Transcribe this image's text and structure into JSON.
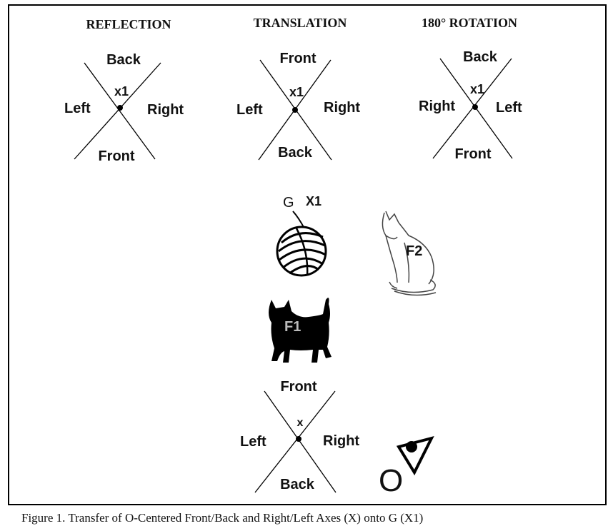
{
  "headers": {
    "reflection": "REFLECTION",
    "translation": "TRANSLATION",
    "rotation": "180° ROTATION"
  },
  "reflection": {
    "top": "Back",
    "bottom": "Front",
    "left": "Left",
    "right": "Right",
    "point": "x1"
  },
  "translation": {
    "top": "Front",
    "bottom": "Back",
    "left": "Left",
    "right": "Right",
    "point": "x1"
  },
  "rotation": {
    "top": "Back",
    "bottom": "Front",
    "left": "Right",
    "right": "Left",
    "point": "x1"
  },
  "ball": {
    "label": "G",
    "point": "X1"
  },
  "cats": {
    "black": "F1",
    "outline": "F2"
  },
  "observer_axes": {
    "top": "Front",
    "bottom": "Back",
    "left": "Left",
    "right": "Right",
    "point": "x"
  },
  "observer": {
    "label": "O"
  },
  "caption": "Figure 1. Transfer of O-Centered Front/Back and Right/Left Axes (X) onto G (X1)"
}
